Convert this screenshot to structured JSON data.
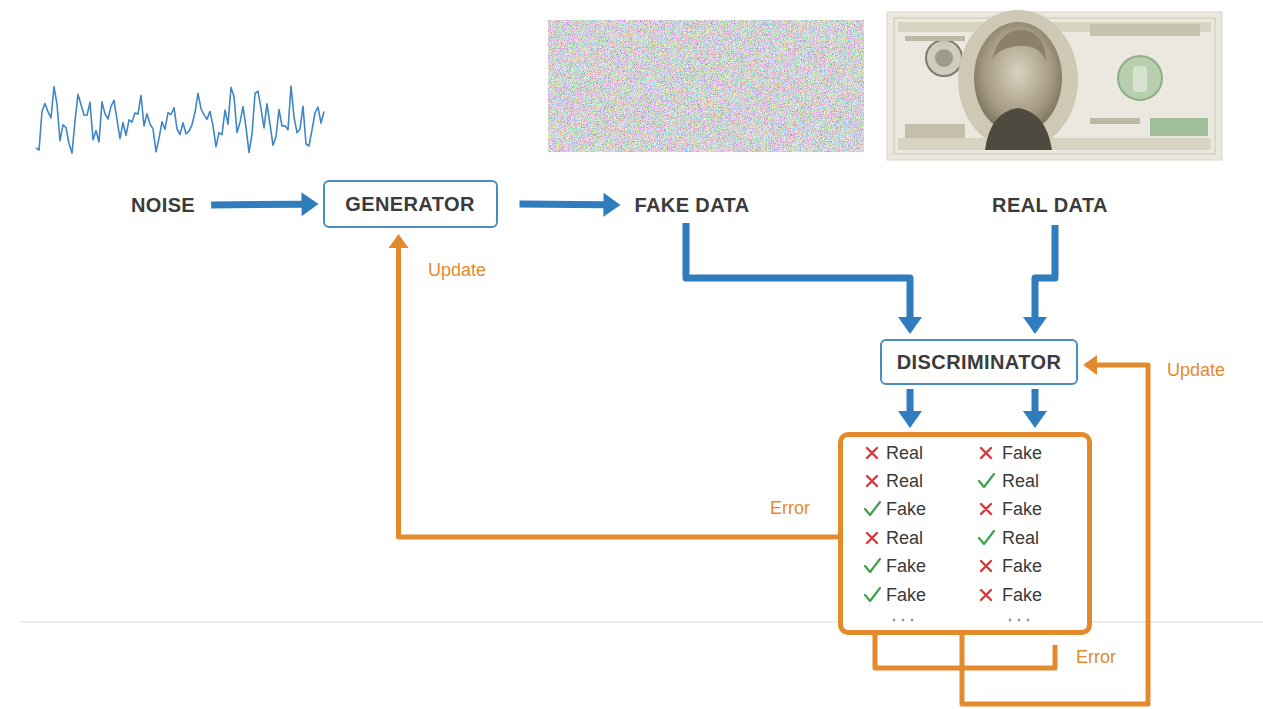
{
  "diagram": {
    "nodes": [
      {
        "text": [
          "NOISE"
        ]
      },
      {
        "text": [
          "GENERATOR"
        ]
      },
      {
        "text": [
          "FAKE DATA"
        ]
      },
      {
        "text": [
          "REAL DATA"
        ]
      },
      {
        "text": [
          "DISCRIMINATOR"
        ]
      },
      {
        "text": [
          "Real",
          "Fake",
          "Real",
          "Real",
          "Fake",
          "Fake",
          "Real",
          "Real",
          "Fake",
          "Fake",
          "Fake",
          "Fake"
        ]
      }
    ],
    "edges": [
      {
        "from": 0,
        "to": 1,
        "arrow": "to"
      },
      {
        "from": 1,
        "to": 2,
        "arrow": "to"
      },
      {
        "from": 2,
        "to": 4,
        "arrow": "to"
      },
      {
        "from": 3,
        "to": 4,
        "arrow": "to"
      },
      {
        "from": 4,
        "to": 5,
        "arrow": "to"
      },
      {
        "from": 4,
        "to": 5,
        "arrow": "to"
      },
      {
        "from": 5,
        "to": 1,
        "label": "Error",
        "arrow": "to"
      },
      {
        "from": 5,
        "to": 4,
        "label": "Error",
        "arrow": "to"
      }
    ],
    "labels": [
      "Update",
      "Update"
    ]
  }
}
